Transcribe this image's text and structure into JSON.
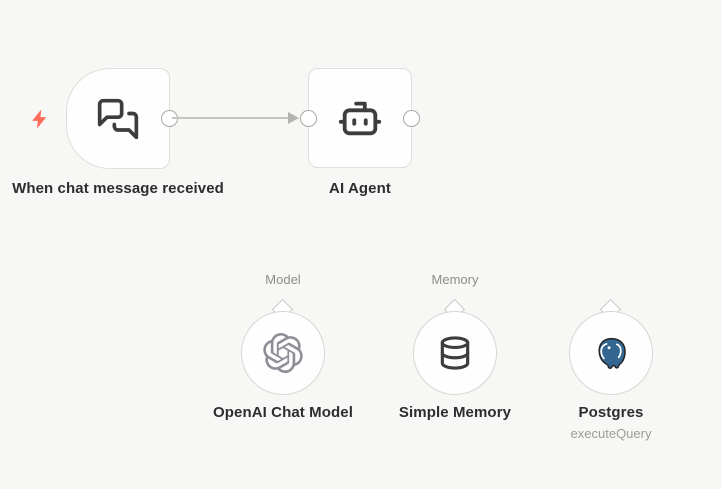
{
  "canvas": {
    "background": "#f7f7f5"
  },
  "colors": {
    "trigger_bolt": "#ff6d5a",
    "node_icon_dark": "#3d3d3f",
    "openai_logo_gray": "#8e8e96",
    "postgres_blue": "#336791",
    "label_dark": "#2d2d31",
    "label_gray": "#8d8d8b"
  },
  "nodes": {
    "trigger": {
      "label": "When chat message received",
      "icon": "chat-messages-icon"
    },
    "agent": {
      "label": "AI Agent",
      "icon": "robot-icon"
    },
    "model": {
      "port_label": "Model",
      "label": "OpenAI Chat Model",
      "icon": "openai-logo-icon"
    },
    "memory": {
      "port_label": "Memory",
      "label": "Simple Memory",
      "icon": "database-icon"
    },
    "tool": {
      "label": "Postgres",
      "sub_label": "executeQuery",
      "icon": "postgresql-elephant-icon"
    }
  }
}
